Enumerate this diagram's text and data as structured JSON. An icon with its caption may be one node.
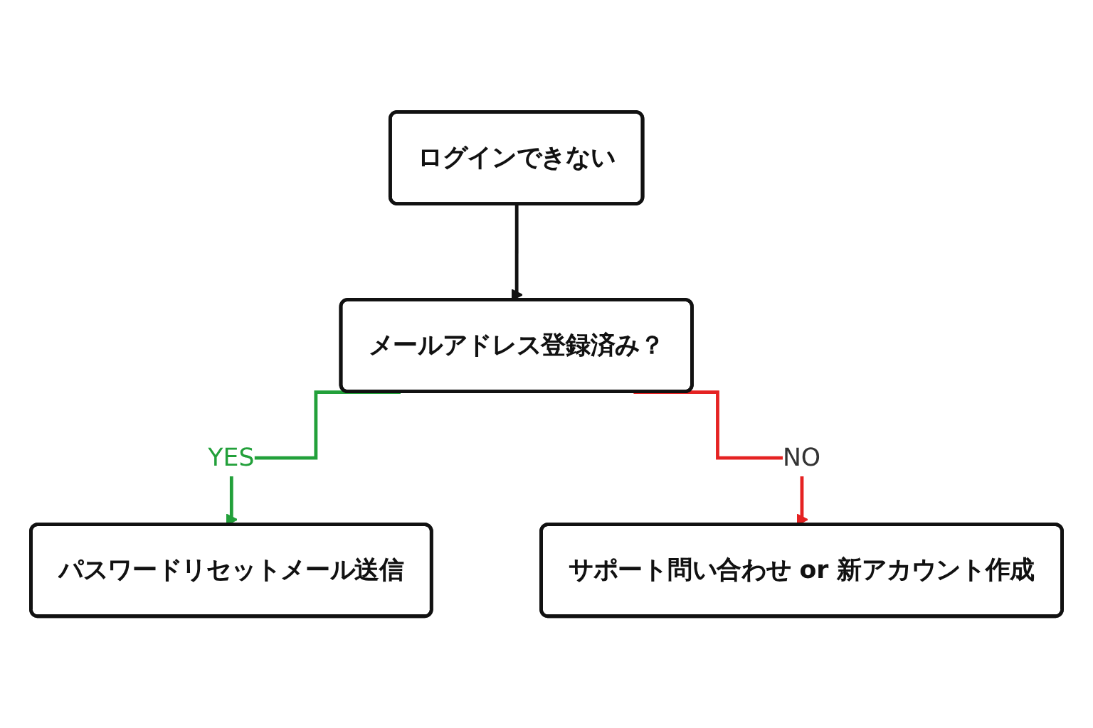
{
  "diagram": {
    "nodes": [
      {
        "text": [
          "ログインできない"
        ]
      },
      {
        "text": [
          "メールアドレス登録済み？"
        ]
      },
      {
        "text": [
          "パスワードリセットメール送信"
        ]
      },
      {
        "text": [
          "サポート問い合わせ or 新アカウント作成"
        ]
      }
    ],
    "edges": [
      {
        "from": 0,
        "to": 1,
        "arrow": "to"
      },
      {
        "from": 1,
        "to": 2,
        "arrow": "to",
        "label": "YES",
        "color": "#22a03a"
      },
      {
        "from": 1,
        "to": 3,
        "arrow": "to",
        "label": "NO",
        "color": "#e52222"
      }
    ]
  }
}
